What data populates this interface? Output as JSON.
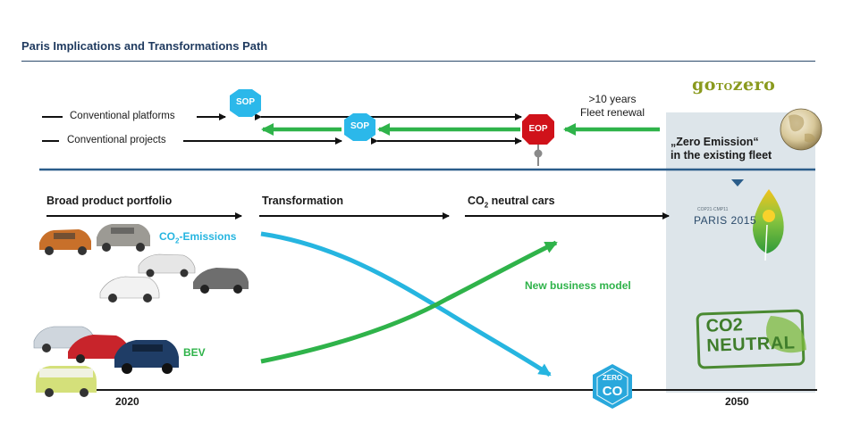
{
  "title": "Paris Implications and Transformations Path",
  "timeline": {
    "conventional_platforms": "Conventional platforms",
    "conventional_projects": "Conventional projects",
    "sop_label": "SOP",
    "eop_label": "EOP",
    "renewal_line1": ">10 years",
    "renewal_line2": "Fleet renewal",
    "zero_emission_line1": "„Zero Emission“",
    "zero_emission_line2": "in the existing fleet"
  },
  "phases": {
    "broad": "Broad product portfolio",
    "transformation": "Transformation",
    "co2_neutral_prefix": "CO",
    "co2_neutral_sub": "2",
    "co2_neutral_suffix": " neutral cars"
  },
  "curves": {
    "co2_prefix": "CO",
    "co2_sub": "2",
    "co2_suffix": "-Emissions",
    "bev": "BEV",
    "new_business_model": "New business model"
  },
  "years": {
    "start": "2020",
    "end": "2050"
  },
  "logos": {
    "go": "go",
    "to": "TO",
    "zero": "zero",
    "paris_small": "COP21·CMP11",
    "paris_big": "PARIS 2015",
    "zero_co2_top": "ZERO",
    "zero_co2_bottom": "CO",
    "co2_neutral_top": "CO2",
    "co2_neutral_bottom": "NEUTRAL"
  },
  "colors": {
    "green": "#2fb34a",
    "cyan": "#26b5e0",
    "sop": "#2bb8ea",
    "eop": "#d0121a",
    "panel": "#dde5ea",
    "divider": "#2b5d8a"
  }
}
